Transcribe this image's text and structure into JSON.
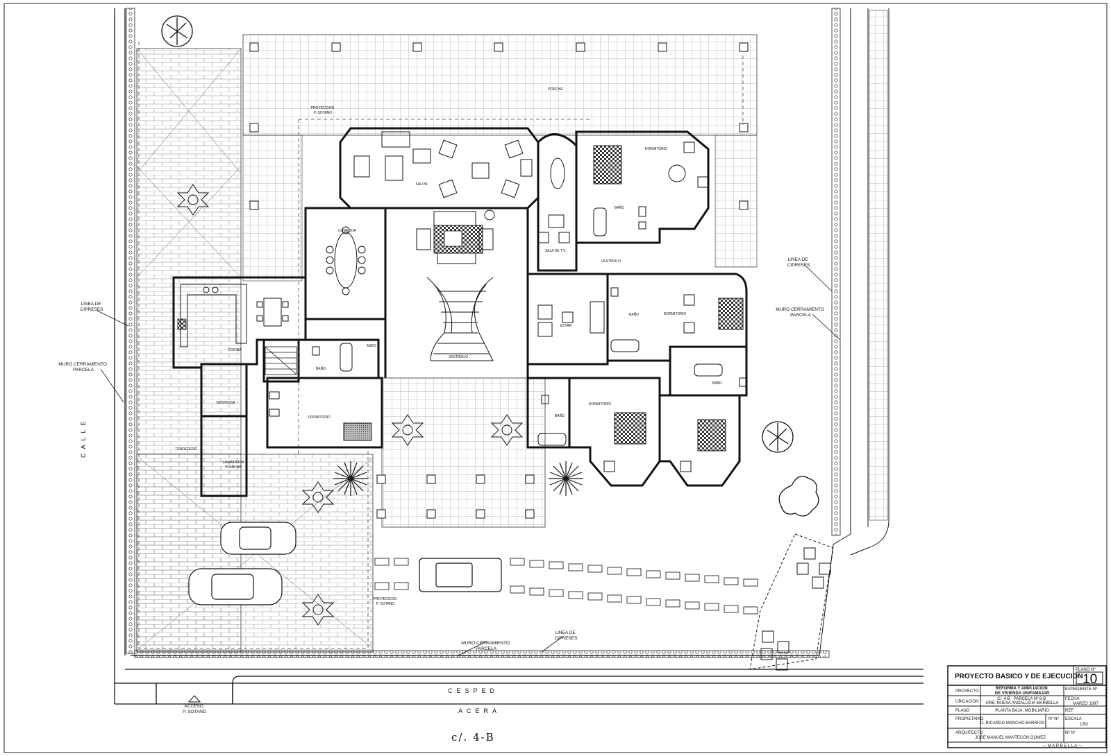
{
  "rooms": {
    "porche": "PORCHE",
    "salon": "SALON",
    "comedor": "COMEDOR",
    "cocina": "COCINA",
    "despensa": "DESPENSA",
    "lavanderia": "LAVANDERIA\nPLANCHA",
    "tendedero": "TENDEDERO",
    "vestibulo": "VESTIBULO",
    "estar": "ESTAR",
    "salaTv": "SALA DE T.V.",
    "vestibulo2": "VESTIBULO",
    "aseo": "ASEO",
    "bano_left": "BAÑO",
    "dormitorio_left": "DORMITORIO",
    "dormitorio_tr": "DORMITORIO",
    "bano_tr": "BAÑO",
    "dormitorio_mr": "DORMITORIO",
    "bano_mr": "BAÑO",
    "bano_lr": "BAÑO",
    "dormitorio_bc": "DORMITORIO",
    "bano_c": "BAÑO"
  },
  "annotations": {
    "proyeccion_top": "PROYECCION\nP. SOTANO",
    "proyeccion_bottom": "PROYECCION\nP. SOTANO",
    "linea_cipreses_left": "LINEA DE\nCIPRESES",
    "muro_left": "MURO CERRAMIENTO\nPARCELA",
    "linea_cipreses_right": "LINEA DE\nCIPRESES",
    "muro_right": "MURO CERRAMIENTO\nPARCELA",
    "muro_bottom": "MURO CERRAMIENTO\nPARCELA",
    "linea_cipreses_bottom": "LINEA DE\nCIPRESES",
    "calle": "CALLE",
    "cesped": "CESPED",
    "acera": "ACERA",
    "acceso": "ACCESO\nP. SOTANO",
    "street_name": "c/. 4-B"
  },
  "title_block": {
    "header": "PROYECTO BASICO Y DE EJECUCION",
    "plano_no_label": "PLANO Nº",
    "plano_no": "10",
    "proyecto_label": "PROYECTO",
    "proyecto_value": "REFORMA Y AMPLIACION\nDE VIVIENDA UNIFAMILIAR",
    "expediente_label": "EXPEDIENTE Nº",
    "ubicacion_label": "UBICACION",
    "ubicacion_value": "C/. 4-B , PARCELA Nº 6-B\nURB. NUEVA ANDALUCIA MARBELLA",
    "fecha_label": "FECHA",
    "fecha_value": "MARZO 1997",
    "plano_label": "PLANO",
    "plano_value": "PLANTA BAJA. MOBILIARIO",
    "ref_label": "REF.",
    "propietario_label": "PROPIETARIO",
    "propietario_value": "D. RICARDO MANCHO BARRIOS",
    "propietario_no": "Nº Nº",
    "escala_label": "ESCALA",
    "escala_value": "1/50",
    "arquitecto_label": "ARQUITECTO",
    "arquitecto_value": "JOSE MANUEL MANTECON GOMEZ",
    "arquitecto_no": "Nº Nº",
    "ciudad": "— M A R B E L L A —"
  }
}
